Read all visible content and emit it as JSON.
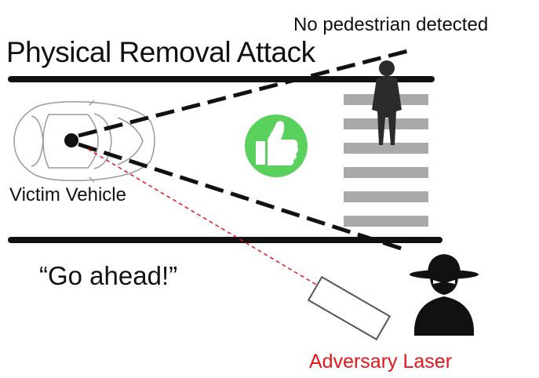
{
  "labels": {
    "title": "Physical Removal Attack",
    "detection_text": "No pedestrian detected",
    "victim_label": "Victim Vehicle",
    "speech": "“Go ahead!”",
    "laser_label": "Adversary Laser"
  },
  "colors": {
    "road": "#111111",
    "laser_text": "#e8141a",
    "laser_beam": "#e8141a",
    "thumb_circle": "#59d15c",
    "crosswalk": "#a9a9a9",
    "silhouette": "#2b2b2b"
  },
  "icons": [
    "car-icon",
    "camera-lidar-icon",
    "thumbs-up-icon",
    "pedestrian-icon",
    "attacker-icon",
    "laser-device-icon"
  ]
}
